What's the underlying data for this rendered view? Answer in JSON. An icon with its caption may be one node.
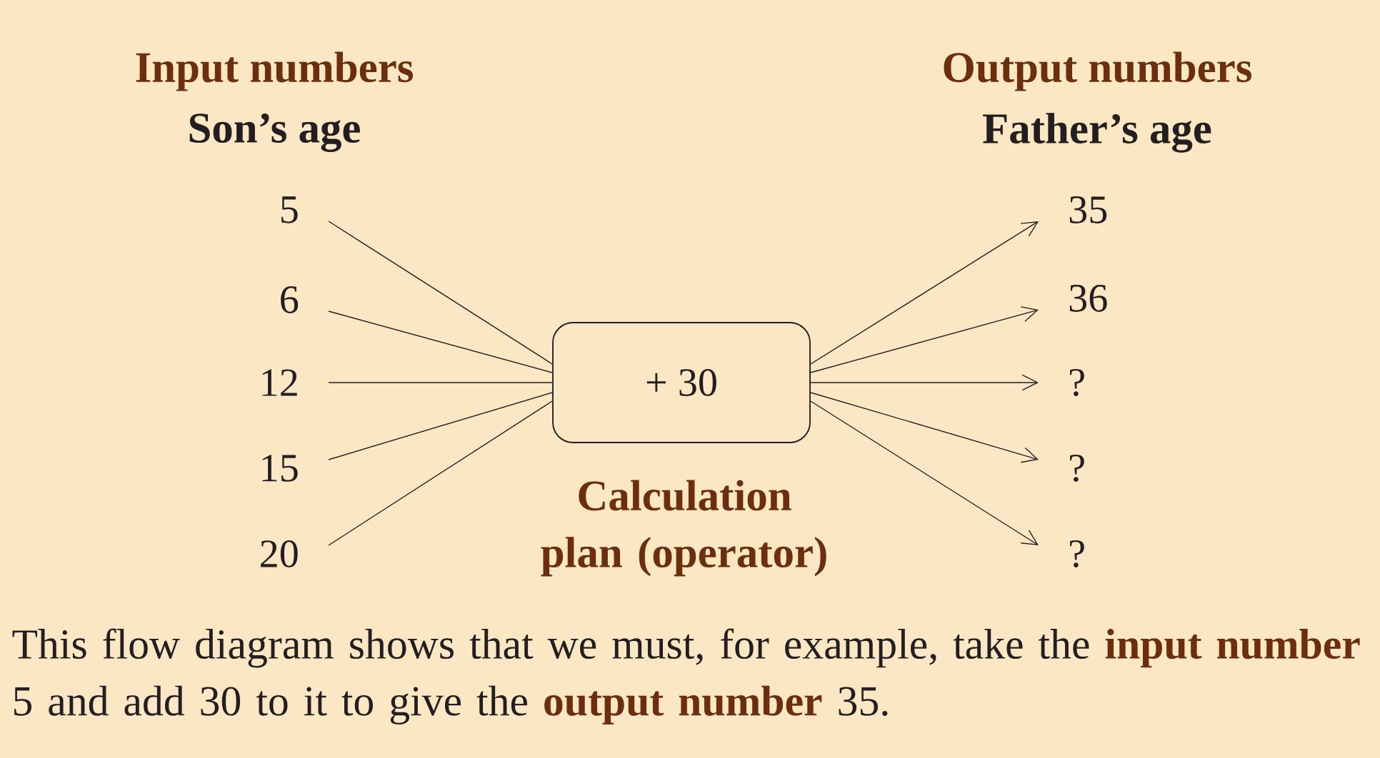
{
  "diagram": {
    "caption": "This flow diagram shows that we must, for example, take the **input number** 5 and add 30 to it to give the **output number** 35.",
    "nodes": [
      {
        "text": [
          "5"
        ]
      },
      {
        "text": [
          "6"
        ]
      },
      {
        "text": [
          "12"
        ]
      },
      {
        "text": [
          "15"
        ]
      },
      {
        "text": [
          "20"
        ]
      },
      {
        "text": [
          "+ 30"
        ],
        "beside": [
          "Calculation plan (operator)"
        ]
      },
      {
        "text": [
          "35"
        ]
      },
      {
        "text": [
          "36"
        ]
      },
      {
        "text": [
          "?"
        ]
      },
      {
        "text": [
          "?"
        ]
      },
      {
        "text": [
          "?"
        ]
      }
    ],
    "edges": [
      {
        "from": 0,
        "to": 5,
        "arrow": "none"
      },
      {
        "from": 1,
        "to": 5,
        "arrow": "none"
      },
      {
        "from": 2,
        "to": 5,
        "arrow": "none"
      },
      {
        "from": 3,
        "to": 5,
        "arrow": "none"
      },
      {
        "from": 4,
        "to": 5,
        "arrow": "none"
      },
      {
        "from": 5,
        "to": 6,
        "arrow": "to"
      },
      {
        "from": 5,
        "to": 7,
        "arrow": "to"
      },
      {
        "from": 5,
        "to": 8,
        "arrow": "to"
      },
      {
        "from": 5,
        "to": 9,
        "arrow": "to"
      },
      {
        "from": 5,
        "to": 10,
        "arrow": "to"
      }
    ],
    "labels": [
      "Input numbers",
      "Son’s age",
      "Output numbers",
      "Father’s age"
    ]
  }
}
